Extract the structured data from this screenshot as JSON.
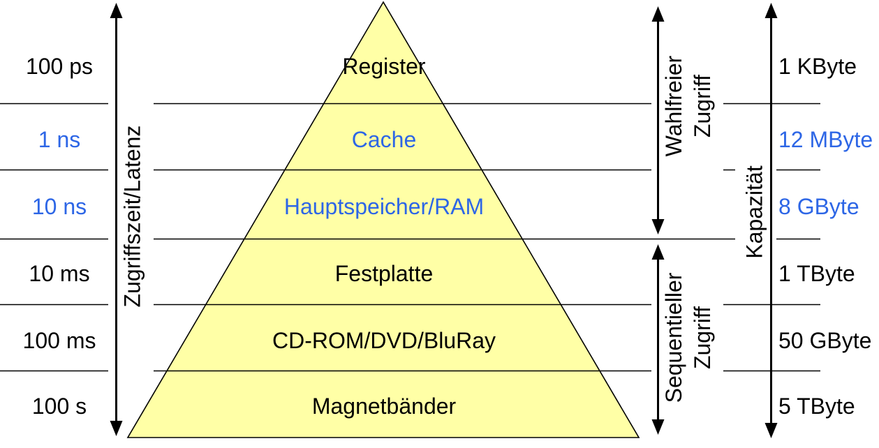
{
  "diagram": {
    "colors": {
      "pyramid_fill": "#ffffa6",
      "highlight_blue": "#2d66e6",
      "line_black": "#000000"
    },
    "axis_left_label": "Zugriffszeit/Latenz",
    "random_access_label": "Wahlfreier\nZugriff",
    "sequential_access_label": "Sequentieller\nZugriff",
    "capacity_label": "Kapazität",
    "levels": [
      {
        "name": "Register",
        "access_time": "100 ps",
        "capacity": "1 KByte",
        "hl": false
      },
      {
        "name": "Cache",
        "access_time": "1 ns",
        "capacity": "12 MByte",
        "hl": true
      },
      {
        "name": "Hauptspeicher/RAM",
        "access_time": "10 ns",
        "capacity": "8 GByte",
        "hl": true
      },
      {
        "name": "Festplatte",
        "access_time": "10 ms",
        "capacity": "1 TByte",
        "hl": false
      },
      {
        "name": "CD-ROM/DVD/BluRay",
        "access_time": "100 ms",
        "capacity": "50 GByte",
        "hl": false
      },
      {
        "name": "Magnetbänder",
        "access_time": "100 s",
        "capacity": "5 TByte",
        "hl": false
      }
    ]
  }
}
